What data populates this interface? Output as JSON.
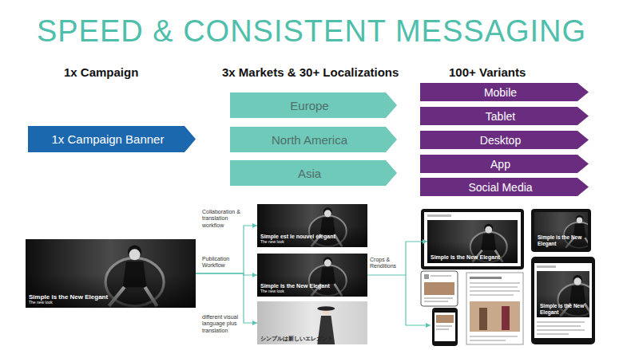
{
  "diagram": {
    "title": "SPEED & CONSISTENT MESSAGING",
    "nodes": [
      {
        "text": [
          "1x Campaign Banner"
        ]
      },
      {
        "text": [
          "Europe"
        ]
      },
      {
        "text": [
          "North America"
        ]
      },
      {
        "text": [
          "Asia"
        ]
      },
      {
        "text": [
          "Mobile"
        ]
      },
      {
        "text": [
          "Tablet"
        ]
      },
      {
        "text": [
          "Desktop"
        ]
      },
      {
        "text": [
          "App"
        ]
      },
      {
        "text": [
          "Social Media"
        ]
      },
      {
        "text": [
          "Simple is the New Elegant",
          "The new look"
        ]
      },
      {
        "text": [
          "Simple est le nouvel élégant",
          "The new look"
        ]
      },
      {
        "text": [
          "Simple is the New Elegant",
          "The new look"
        ]
      },
      {
        "text": [
          "シンプルは新しいエレガント"
        ]
      },
      {
        "text": [
          "Simple is the New Elegant"
        ]
      },
      {
        "text": [
          "Simple is the New Elegant"
        ]
      },
      {
        "text": [
          "Simple is the New Elegant"
        ]
      }
    ],
    "edges": [
      {
        "from": 9,
        "to": 10,
        "arrow": "to",
        "label": "Collaboration & translation workflow"
      },
      {
        "from": 9,
        "to": 11,
        "arrow": "to",
        "label": "Publication Workflow"
      },
      {
        "from": 9,
        "to": 12,
        "arrow": "to",
        "label": "different visual language plus translation"
      },
      {
        "from": 11,
        "to": 13,
        "arrow": "to",
        "label": "Crops & Renditions"
      }
    ],
    "labels": [
      "1x Campaign",
      "3x Markets & 30+ Localizations",
      "100+ Variants"
    ]
  }
}
